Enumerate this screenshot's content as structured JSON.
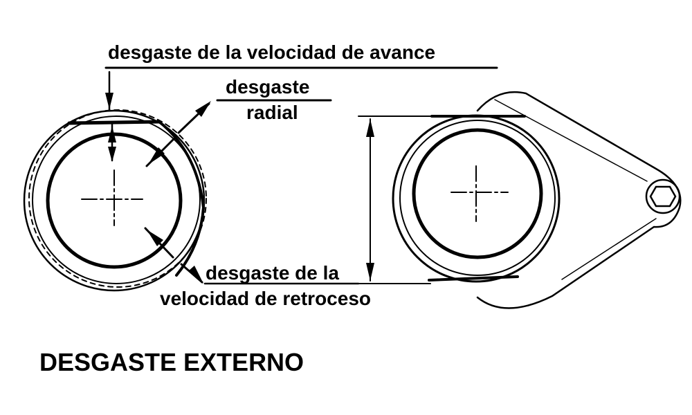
{
  "labels": {
    "forward_wear": "desgaste de la velocidad de avance",
    "radial_wear_line1": "desgaste",
    "radial_wear_line2": "radial",
    "backward_wear_line1": "desgaste de la",
    "backward_wear_line2": "velocidad de retroceso"
  },
  "title": "DESGASTE EXTERNO",
  "colors": {
    "ink": "#000000",
    "paper": "#ffffff"
  }
}
